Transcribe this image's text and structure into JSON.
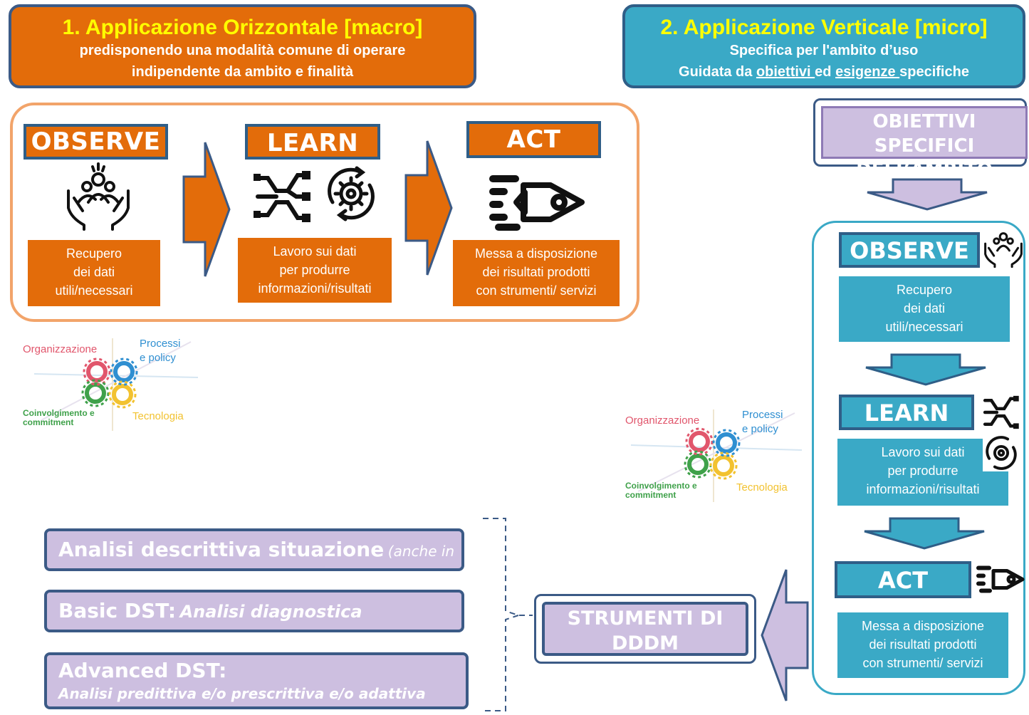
{
  "horizontal_header": {
    "title": "1. Applicazione Orizzontale [macro]",
    "line1": "predisponendo una modalità comune di operare",
    "line2": "indipendente da ambito e finalità"
  },
  "vertical_header": {
    "title": "2. Applicazione Verticale [micro]",
    "line1": "Specifica per l'ambito d’uso",
    "line2_prefix": "Guidata da ",
    "line2_link1": "obiettivi ",
    "line2_mid": "ed ",
    "line2_link2": "esigenze ",
    "line2_suffix": "specifiche"
  },
  "horizontal_steps": [
    {
      "label": "OBSERVE",
      "desc": [
        "Recupero",
        "dei dati",
        "utili/necessari"
      ]
    },
    {
      "label": "LEARN",
      "desc": [
        "Lavoro sui dati",
        "per produrre",
        "informazioni/risultati"
      ]
    },
    {
      "label": "ACT",
      "desc": [
        "Messa a disposizione",
        "dei risultati prodotti",
        "con strumenti/ servizi"
      ]
    }
  ],
  "vertical_steps": [
    {
      "label": "OBSERVE",
      "desc": [
        "Recupero",
        "dei dati",
        "utili/necessari"
      ]
    },
    {
      "label": "LEARN",
      "desc": [
        "Lavoro sui dati",
        "per produrre",
        "informazioni/risultati"
      ]
    },
    {
      "label": "ACT",
      "desc": [
        "Messa a disposizione",
        "dei risultati prodotti",
        "con strumenti/ servizi"
      ]
    }
  ],
  "objectives": {
    "line1": "OBIETTIVI SPECIFICI",
    "line2": "DELL’AMBITO"
  },
  "tools": {
    "line1": "STRUMENTI DI",
    "line2": "DDDM"
  },
  "gears": {
    "organizzazione": "Organizzazione",
    "processi1": "Processi",
    "processi2": "e policy",
    "coinv1": "Coinvolgimento e",
    "coinv2": "commitment",
    "tecnologia": "Tecnologia"
  },
  "dst": {
    "item1_main": "Analisi descrittiva situazione",
    "item1_note": "(anche in RT)",
    "item2_main": "Basic DST:",
    "item2_it": "Analisi diagnostica",
    "item3_main": "Advanced DST:",
    "item3_it": "Analisi predittiva e/o prescrittiva e/o adattiva"
  },
  "colors": {
    "orange": "#e36c0a",
    "blue": "#3aa9c6",
    "purple": "#cdbfe0",
    "navy": "#2f5e87",
    "yellow": "#ffff00"
  }
}
